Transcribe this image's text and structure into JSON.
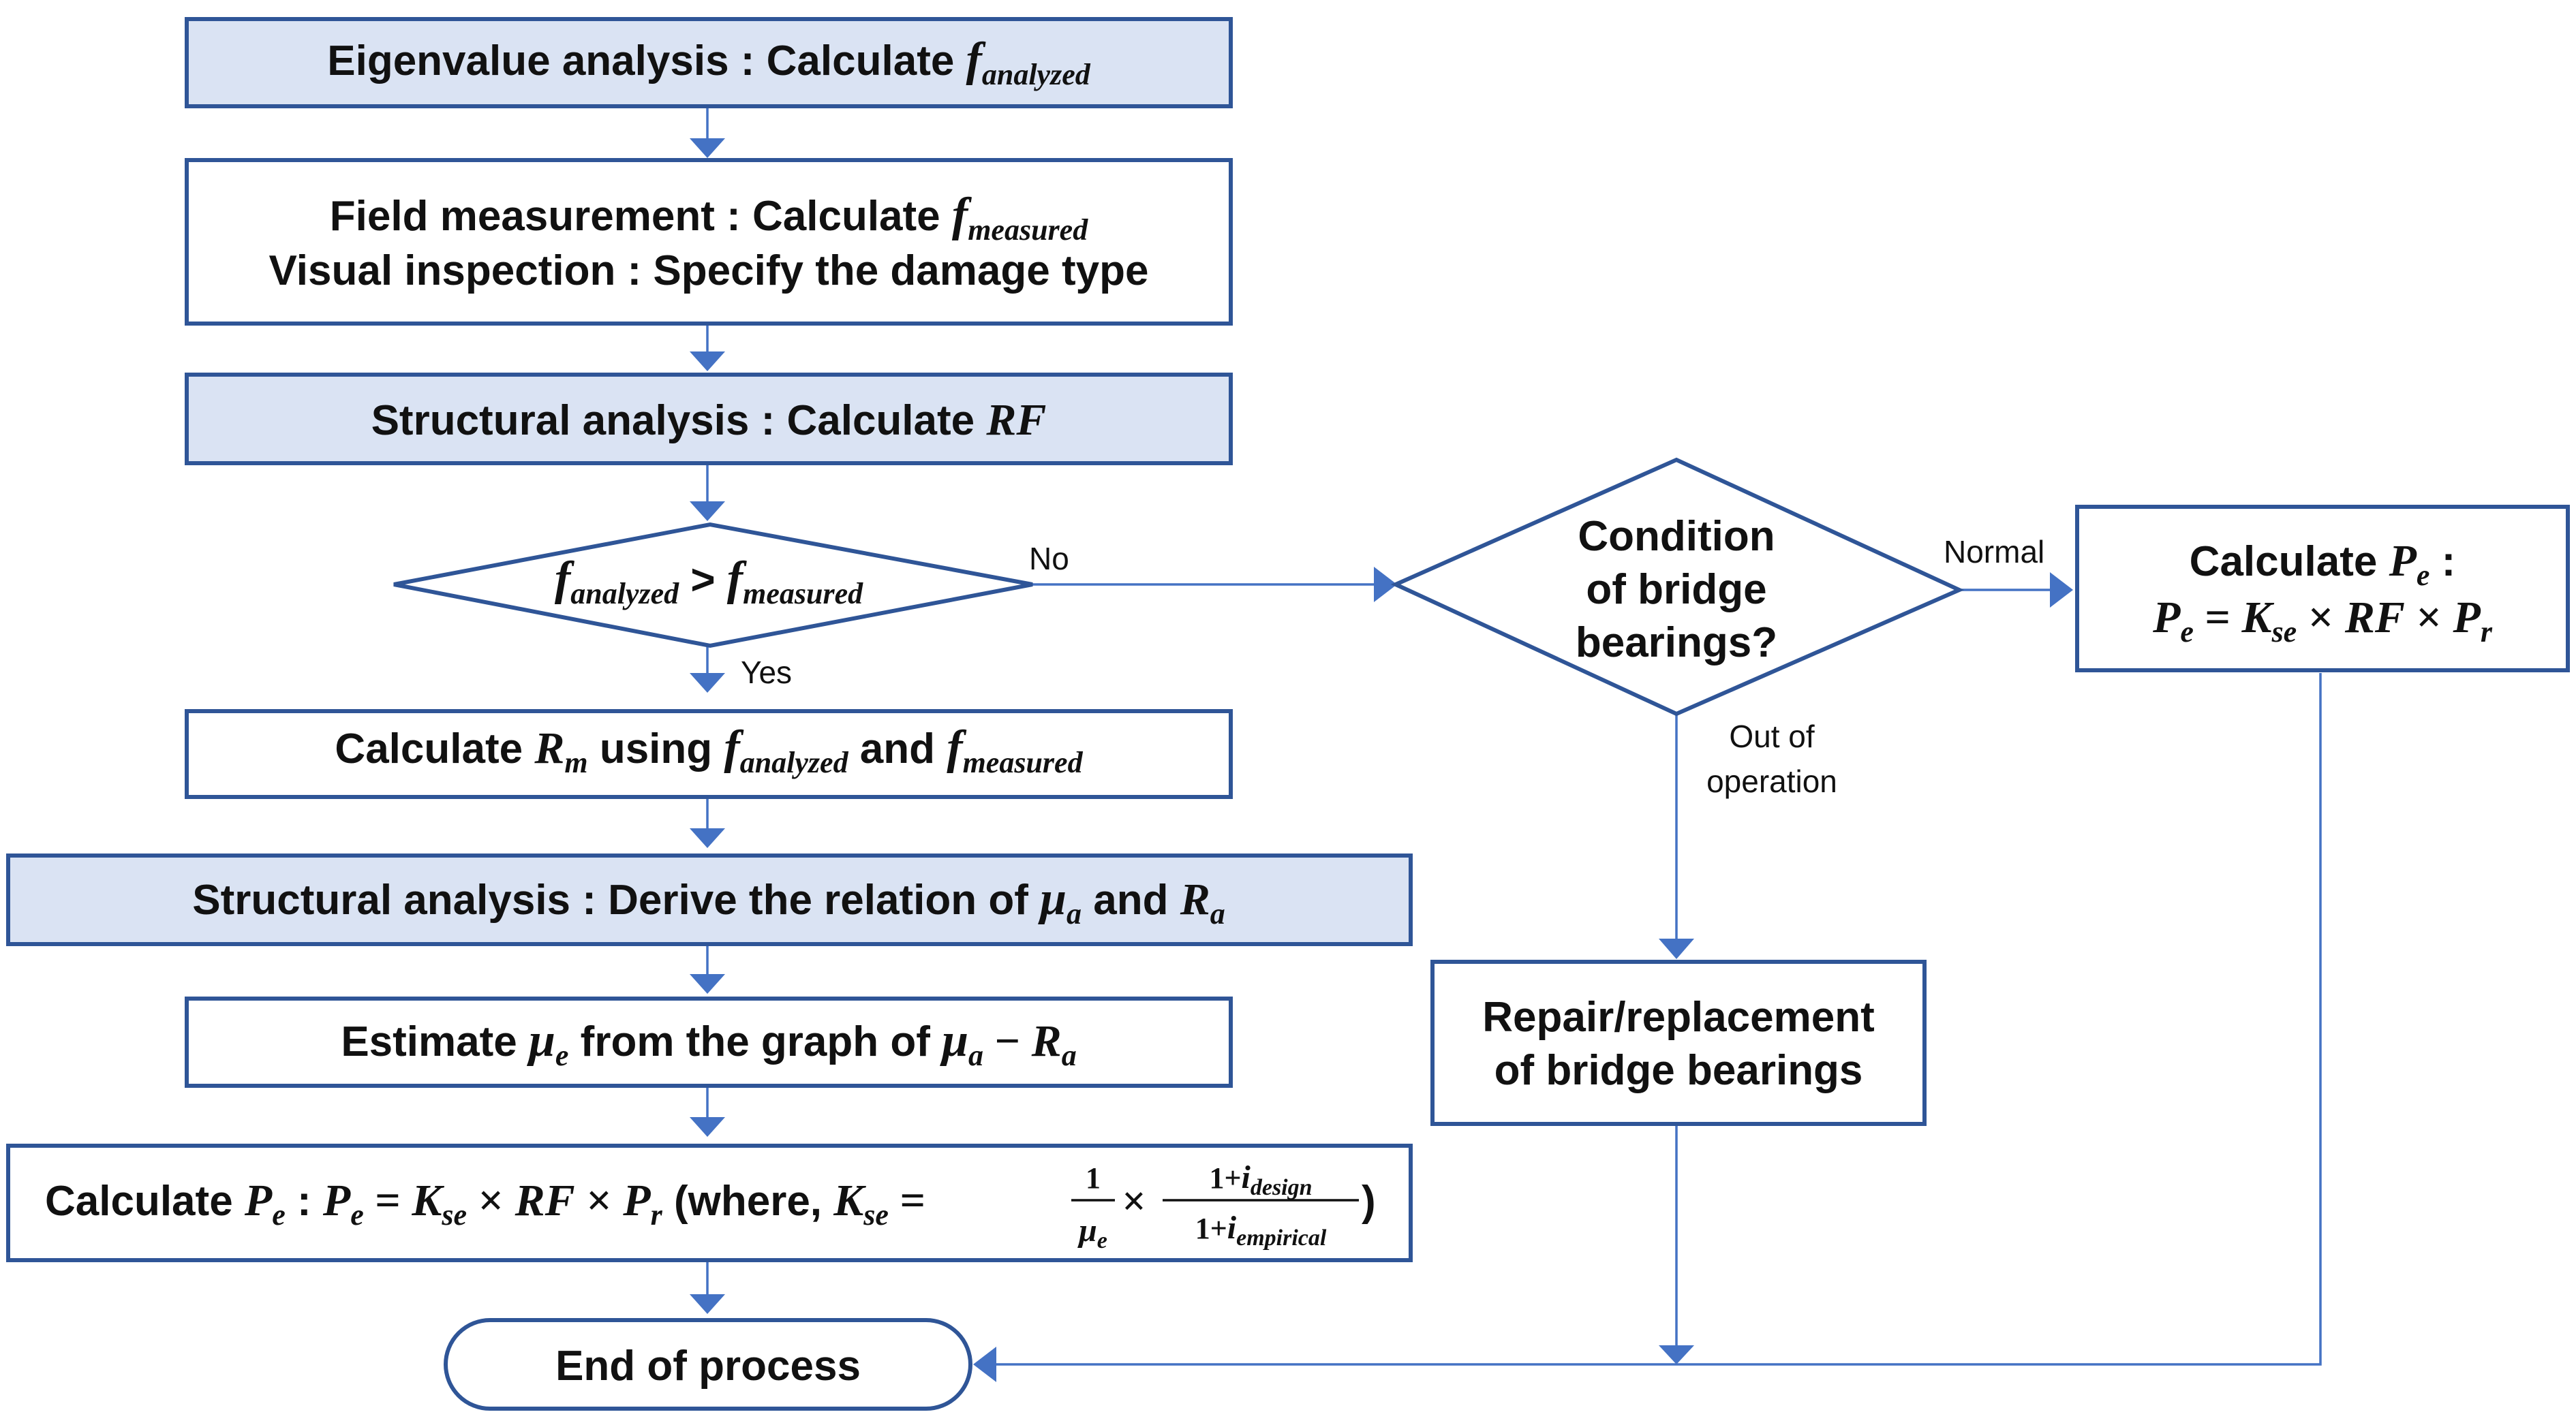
{
  "nodes": {
    "eigen": {
      "prefix": "Eigenvalue analysis : Calculate ",
      "f": "f",
      "sub": "analyzed"
    },
    "field": {
      "line1": {
        "prefix": "Field measurement  : Calculate ",
        "f": "f",
        "sub": "measured"
      },
      "line2": "Visual inspection : Specify the damage type"
    },
    "struct_rf": {
      "prefix": "Structural analysis : Calculate ",
      "var": "RF"
    },
    "decision": {
      "f1": "f",
      "sub1": "analyzed",
      "op": " > ",
      "f2": "f",
      "sub2": "measured"
    },
    "calc_rm": {
      "t1": "Calculate ",
      "r": "R",
      "rsub": "m",
      "t2": " using ",
      "f1": "f",
      "sub1": "analyzed",
      "t3": " and ",
      "f2": "f",
      "sub2": "measured"
    },
    "struct_mu": {
      "t1": "Structural analysis : Derive the relation of ",
      "mu": "μ",
      "musub": "a",
      "t2": " and ",
      "r": "R",
      "rsub": "a"
    },
    "estimate": {
      "t1": "Estimate ",
      "mu": "μ",
      "musub": "e",
      "t2": " from the graph of ",
      "mu2": "μ",
      "musub2": "a",
      "minus": " − ",
      "r": "R",
      "rsub": "a"
    },
    "calc_pe_main": {
      "t1": "Calculate ",
      "p": "P",
      "psub": "e",
      "colon": " : ",
      "eq": " = ",
      "k": "K",
      "ksub": "se",
      "times": " × ",
      "rf": "RF",
      "pr": "P",
      "prsub": "r",
      "where": " (where, ",
      "one": "1",
      "mu": "μ",
      "musub": "e",
      "num2": "1+",
      "i1": "i",
      "i1sub": "design",
      "den2": "1+",
      "i2": "i",
      "i2sub": "empirical",
      "close": ")"
    },
    "end": "End of process",
    "bearing": {
      "line1": "Condition",
      "line2": "of bridge",
      "line3": "bearings?"
    },
    "calc_pe_right": {
      "t1": "Calculate ",
      "p": "P",
      "psub": "e",
      "colon": " :",
      "eq": " = ",
      "k": "K",
      "ksub": "se",
      "times": " × ",
      "rf": "RF",
      "pr": "P",
      "prsub": "r"
    },
    "repair": {
      "line1": "Repair/replacement",
      "line2": "of bridge bearings"
    }
  },
  "edges": {
    "no": "No",
    "yes": "Yes",
    "normal": "Normal",
    "out_line1": "Out of",
    "out_line2": "operation"
  },
  "colors": {
    "box_stroke": "#2F5597",
    "shaded_fill": "#DAE3F3",
    "connector": "#4472C4"
  }
}
